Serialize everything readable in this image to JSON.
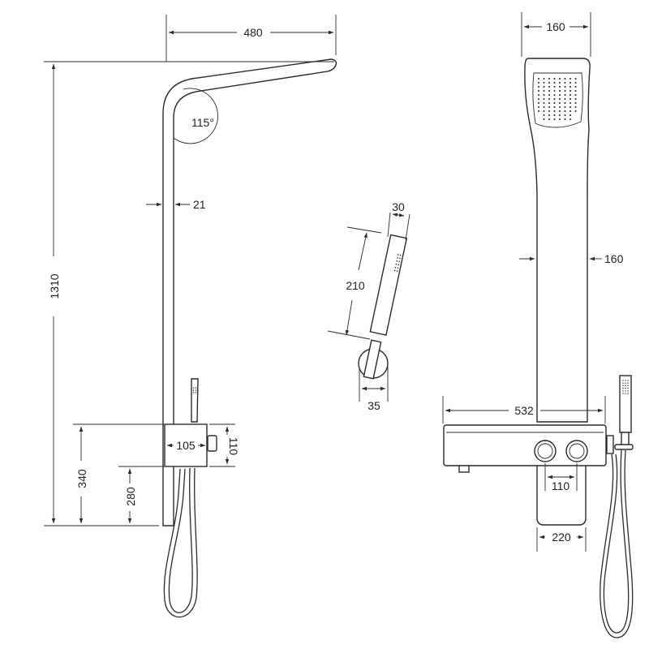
{
  "diagram": {
    "dims": {
      "top_width": "480",
      "angle": "115°",
      "wall_thickness": "21",
      "total_height": "1310",
      "box_depth": "105",
      "box_height": "110",
      "outlet_height": "340",
      "box_bottom_height": "280",
      "handshower_width": "30",
      "handshower_length": "210",
      "holder_diameter": "35",
      "head_width": "160",
      "column_width": "160",
      "console_width": "532",
      "knob_spacing": "110",
      "plate_width": "220"
    }
  }
}
